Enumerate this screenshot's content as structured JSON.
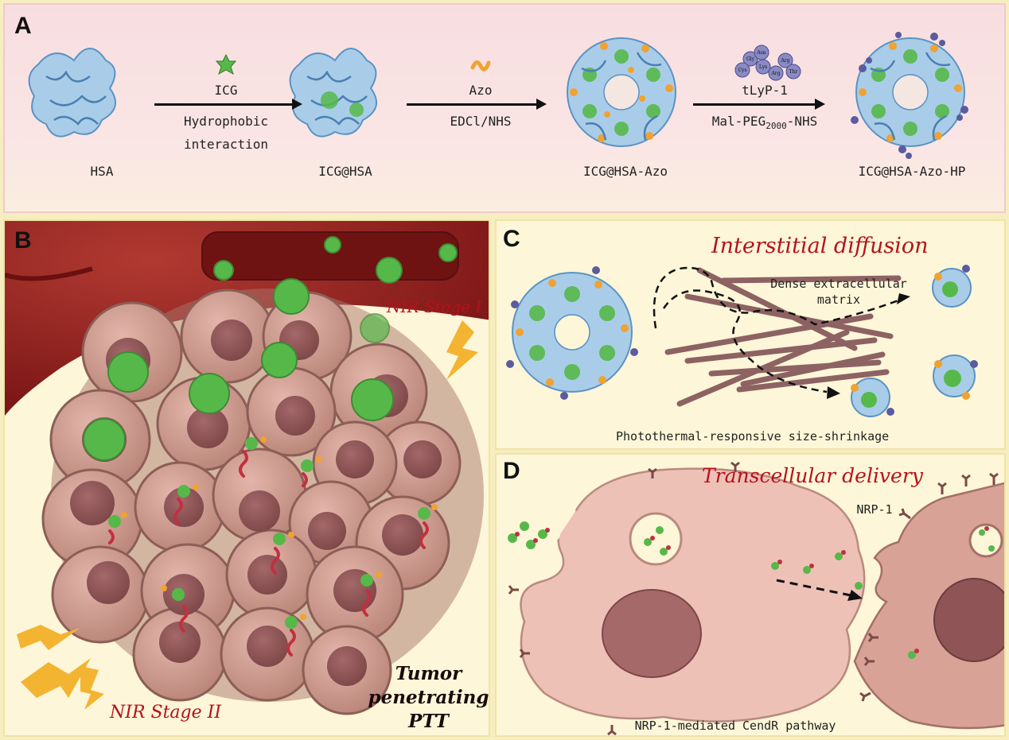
{
  "panel_a": {
    "label": "A",
    "hsa": "HSA",
    "icg_top": "ICG",
    "hydrophobic_line1": "Hydrophobic",
    "hydrophobic_line2": "interaction",
    "icg_hsa": "ICG@HSA",
    "azo_top": "Azo",
    "edcl_nhs": "EDCl/NHS",
    "icg_hsa_azo": "ICG@HSA-Azo",
    "tlyp1_top": "tLyP-1",
    "mal_peg_prefix": "Mal-PEG",
    "mal_peg_sub": "2000",
    "mal_peg_suffix": "-NHS",
    "icg_hsa_azo_hp": "ICG@HSA-Azo-HP",
    "peptide_residues": [
      "Gly",
      "Asn",
      "Arg",
      "Cys",
      "Lys",
      "Arg",
      "Thr"
    ]
  },
  "panel_b": {
    "label": "B",
    "nir_stage_1": "NIR Stage I",
    "nir_stage_2": "NIR Stage II",
    "tumor_line1": "Tumor",
    "tumor_line2": "penetrating",
    "tumor_line3": "PTT"
  },
  "panel_c": {
    "label": "C",
    "title": "Interstitial diffusion",
    "matrix_line1": "Dense extracellular",
    "matrix_line2": "matrix",
    "caption": "Photothermal-responsive size-shrinkage"
  },
  "panel_d": {
    "label": "D",
    "title": "Transcellular delivery",
    "receptor": "NRP-1",
    "caption": "NRP-1-mediated CendR pathway"
  },
  "colors": {
    "protein": "#6aa7d8",
    "icg": "#57b84a",
    "azo": "#f0a232",
    "peptide": "#5b5b9e",
    "vessel": "#8e1b1b",
    "cell": "#c8958a",
    "nucleus": "#8f5556",
    "fiber": "#8d6262",
    "title_red": "#b5121b",
    "lightning": "#f2b431"
  }
}
